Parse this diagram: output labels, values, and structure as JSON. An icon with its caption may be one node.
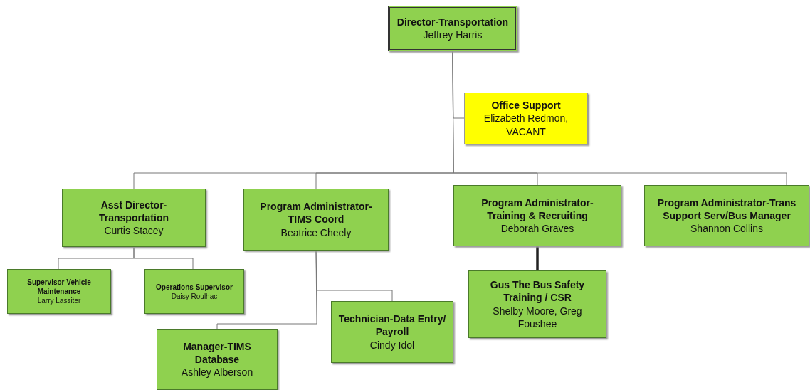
{
  "diagram": {
    "nodes": [
      {
        "text": [
          "Director-Transportation",
          "Jeffrey Harris"
        ]
      },
      {
        "text": [
          "Office Support",
          "Elizabeth Redmon, VACANT"
        ]
      },
      {
        "text": [
          "Asst Director-Transportation",
          "Curtis Stacey"
        ]
      },
      {
        "text": [
          "Program Administrator-TIMS Coord",
          "Beatrice Cheely"
        ]
      },
      {
        "text": [
          "Program Administrator-Training & Recruiting",
          "Deborah Graves"
        ]
      },
      {
        "text": [
          "Program Administrator-Trans Support Serv/Bus Manager",
          "Shannon Collins"
        ]
      },
      {
        "text": [
          "Supervisor Vehicle Maintenance",
          "Larry Lassiter"
        ]
      },
      {
        "text": [
          "Operations Supervisor",
          "Daisy Roulhac"
        ]
      },
      {
        "text": [
          "Manager-TIMS Database",
          "Ashley Alberson"
        ]
      },
      {
        "text": [
          "Technician-Data Entry/ Payroll",
          "Cindy Idol"
        ]
      },
      {
        "text": [
          "Gus The Bus Safety Training / CSR",
          "Shelby Moore, Greg Foushee"
        ]
      }
    ],
    "edges": [
      {
        "from": 0,
        "to": 1,
        "arrow": "none"
      },
      {
        "from": 0,
        "to": 2,
        "arrow": "none"
      },
      {
        "from": 0,
        "to": 3,
        "arrow": "none"
      },
      {
        "from": 0,
        "to": 4,
        "arrow": "none"
      },
      {
        "from": 0,
        "to": 5,
        "arrow": "none"
      },
      {
        "from": 2,
        "to": 6,
        "arrow": "none"
      },
      {
        "from": 2,
        "to": 7,
        "arrow": "none"
      },
      {
        "from": 3,
        "to": 8,
        "arrow": "none"
      },
      {
        "from": 3,
        "to": 9,
        "arrow": "none"
      },
      {
        "from": 4,
        "to": 10,
        "arrow": "none",
        "style": "thick"
      }
    ]
  }
}
